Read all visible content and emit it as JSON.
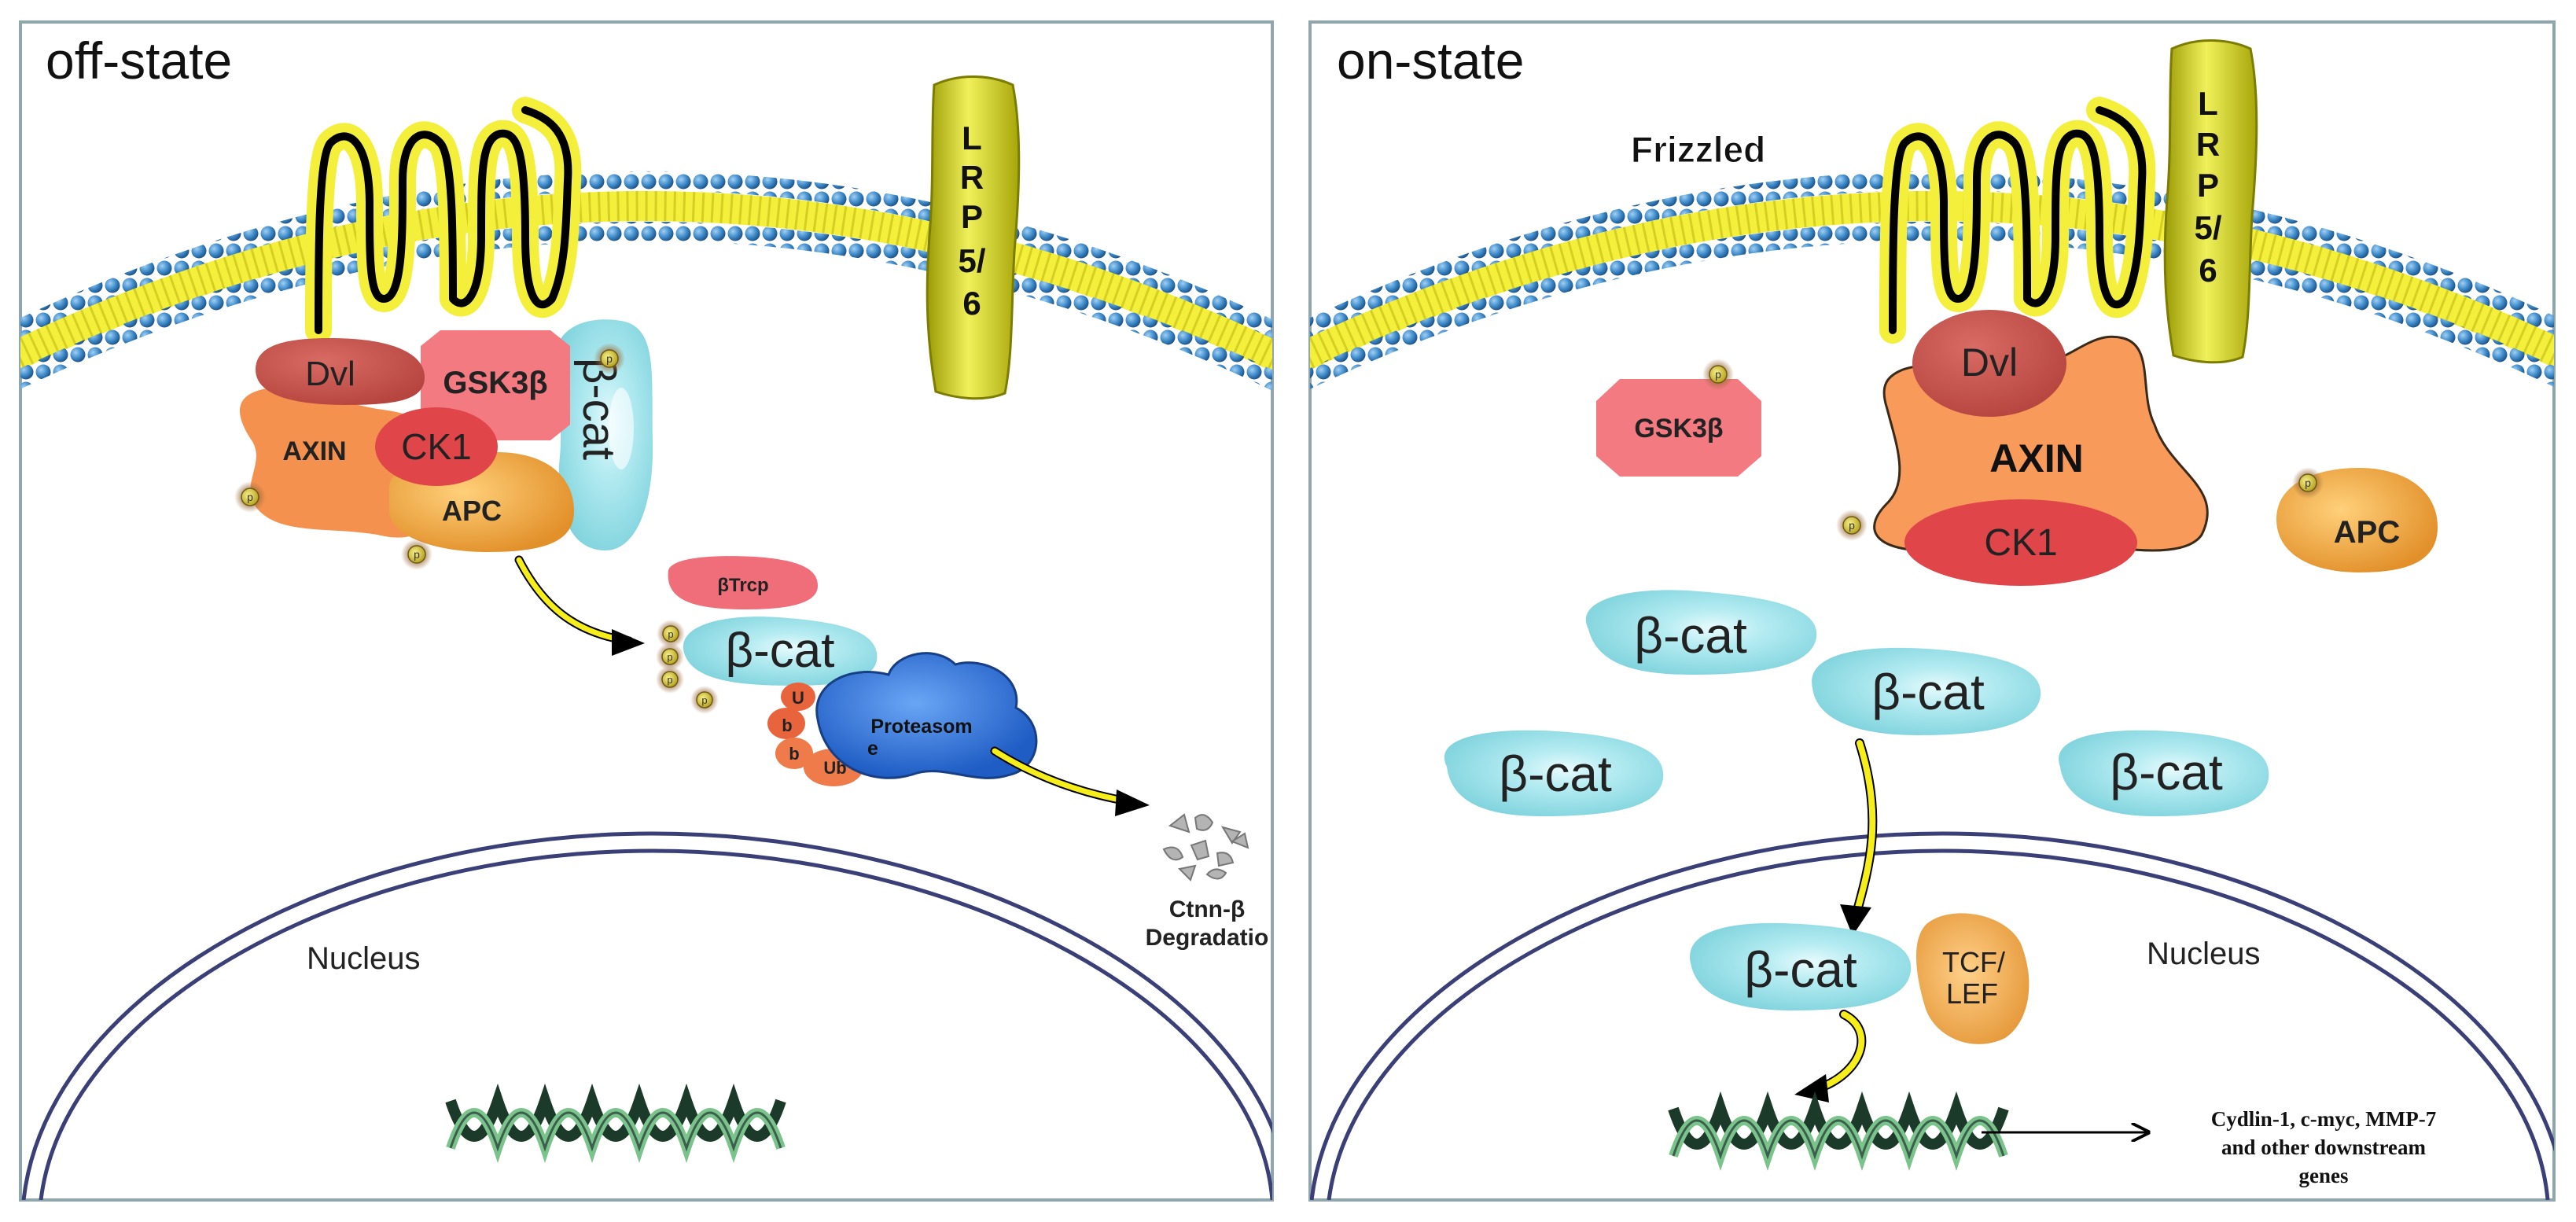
{
  "off": {
    "title": "off-state",
    "lrp": [
      "L",
      "R",
      "P",
      "5/",
      "6"
    ],
    "dvl": "Dvl",
    "gsk": "GSK3β",
    "axin": "AXIN",
    "ck1": "CK1",
    "apc": "APC",
    "bcat_vertical": "β-cat",
    "btrcp": "βTrcp",
    "bcat": "β-cat",
    "proteasome_line1": "Proteasom",
    "proteasome_line2": "e",
    "ub_letters": [
      "U",
      "b",
      "b"
    ],
    "ub": "Ub",
    "degradation_line1": "Ctnn-β",
    "degradation_line2": "Degradatio",
    "nucleus": "Nucleus",
    "p_label": "p"
  },
  "on": {
    "title": "on-state",
    "frizzled": "Frizzled",
    "lrp": [
      "L",
      "R",
      "P",
      "5/",
      "6"
    ],
    "dvl": "Dvl",
    "gsk": "GSK3β",
    "axin": "AXIN",
    "ck1": "CK1",
    "apc": "APC",
    "bcat_1": "β-cat",
    "bcat_2": "β-cat",
    "bcat_3": "β-cat",
    "bcat_4": "β-cat",
    "bcat_nuclear": "β-cat",
    "tcf_line1": "TCF/",
    "tcf_line2": "LEF",
    "nucleus": "Nucleus",
    "genes_line1": "Cydlin-1, c-myc, MMP-7",
    "genes_line2": "and other downstream",
    "genes_line3": "genes",
    "p_label": "p"
  },
  "colors": {
    "membrane_head": "#2f7fbf",
    "membrane_tail": "#f2ee3a",
    "lrp": "#d4d41a",
    "dvl": "#c0504d",
    "gsk": "#f47a7a",
    "axin": "#f79a5a",
    "ck1": "#e0454a",
    "apc": "#f0a43a",
    "bcat": "#a8e4ec",
    "proteasome": "#3d7fe0",
    "arrow": "#f5ee1a",
    "panel_border": "#8fa6ad"
  }
}
